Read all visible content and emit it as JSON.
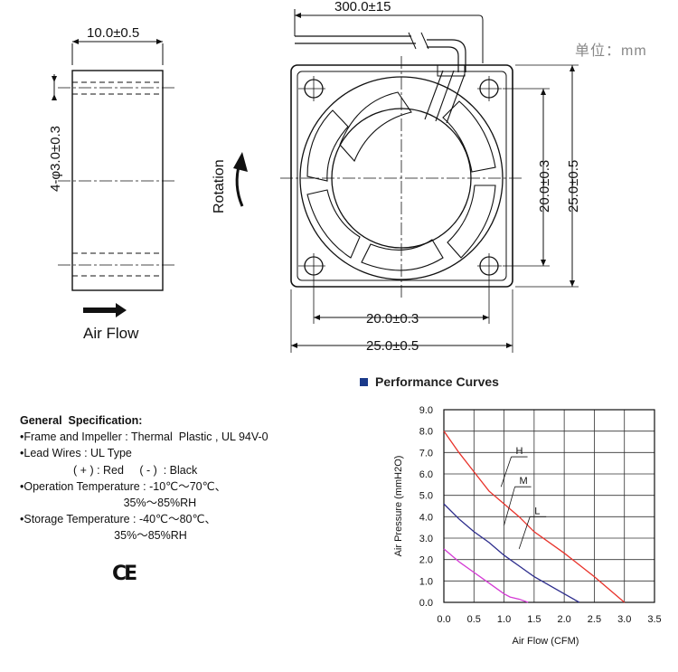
{
  "unit_label": "单位：mm",
  "side_view": {
    "width_dim": "10.0±0.5",
    "hole_dim": "4-φ3.0±0.3",
    "airflow_label": "Air Flow"
  },
  "front_view": {
    "wire_length_dim": "300.0±15",
    "rotation_label": "Rotation",
    "hole_pitch_h": "20.0±0.3",
    "frame_width": "25.0±0.5",
    "hole_pitch_v": "20.0±0.3",
    "frame_height": "25.0±0.5"
  },
  "spec": {
    "heading": "General  Specification:",
    "lines": [
      "•Frame and Impeller : Thermal  Plastic , UL 94V-0",
      "•Lead Wires : UL Type",
      "                 ( + ) : Red     ( - )  : Black",
      "•Operation Temperature : -10℃～70℃、",
      "                                 35%～85%RH",
      "•Storage Temperature : -40℃～80℃、",
      "                              35%～85%RH"
    ],
    "ce_mark": "CE"
  },
  "performance": {
    "title": "Performance Curves"
  },
  "chart_data": {
    "type": "line",
    "title": "Performance Curves",
    "xlabel": "Air Flow (CFM)",
    "ylabel": "Air Pressure (mmH2O)",
    "xlim": [
      0,
      3.5
    ],
    "ylim": [
      0,
      9.0
    ],
    "xticks": [
      "0.0",
      "0.5",
      "1.0",
      "1.5",
      "2.0",
      "2.5",
      "3.0",
      "3.5"
    ],
    "yticks": [
      "0.0",
      "1.0",
      "2.0",
      "3.0",
      "4.0",
      "5.0",
      "6.0",
      "7.0",
      "8.0",
      "9.0"
    ],
    "grid": true,
    "series": [
      {
        "name": "H",
        "color": "#e8322a",
        "x": [
          0.0,
          0.25,
          0.5,
          0.75,
          1.0,
          1.25,
          1.5,
          2.0,
          2.5,
          3.0
        ],
        "y": [
          8.0,
          7.0,
          6.1,
          5.2,
          4.6,
          4.0,
          3.3,
          2.3,
          1.2,
          0.0
        ]
      },
      {
        "name": "M",
        "color": "#2c2c8c",
        "x": [
          0.0,
          0.25,
          0.5,
          0.75,
          1.0,
          1.25,
          1.5,
          1.75,
          2.0,
          2.25
        ],
        "y": [
          4.6,
          3.9,
          3.3,
          2.8,
          2.2,
          1.7,
          1.2,
          0.8,
          0.4,
          0.0
        ]
      },
      {
        "name": "L",
        "color": "#d43ad4",
        "x": [
          0.0,
          0.25,
          0.5,
          0.75,
          1.0,
          1.1,
          1.25,
          1.4
        ],
        "y": [
          2.5,
          1.9,
          1.4,
          0.9,
          0.4,
          0.25,
          0.15,
          0.0
        ]
      }
    ]
  }
}
